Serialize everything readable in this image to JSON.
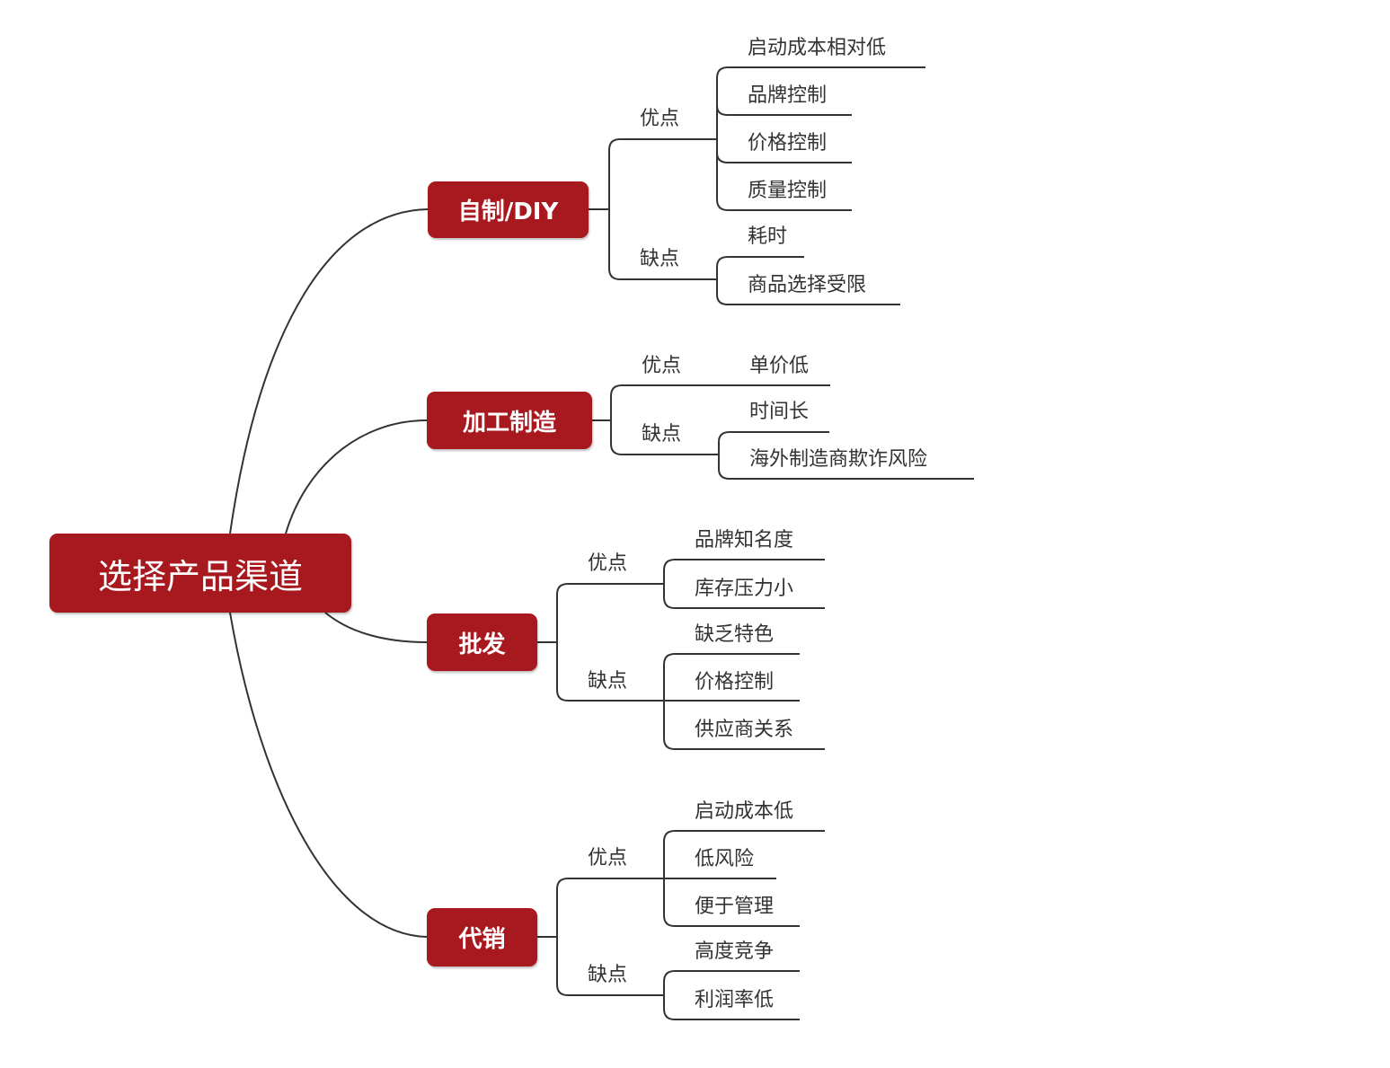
{
  "root": "选择产品渠道",
  "branches": [
    {
      "label": "自制/DIY",
      "pros_label": "优点",
      "pros": [
        "启动成本相对低",
        "品牌控制",
        "价格控制",
        "质量控制"
      ],
      "cons_label": "缺点",
      "cons": [
        "耗时",
        "商品选择受限"
      ]
    },
    {
      "label": "加工制造",
      "pros_label": "优点",
      "pros": [
        "单价低"
      ],
      "cons_label": "缺点",
      "cons": [
        "时间长",
        "海外制造商欺诈风险"
      ]
    },
    {
      "label": "批发",
      "pros_label": "优点",
      "pros": [
        "品牌知名度",
        "库存压力小"
      ],
      "cons_label": "缺点",
      "cons": [
        "缺乏特色",
        "价格控制",
        "供应商关系"
      ]
    },
    {
      "label": "代销",
      "pros_label": "优点",
      "pros": [
        "启动成本低",
        "低风险",
        "便于管理"
      ],
      "cons_label": "缺点",
      "cons": [
        "高度竞争",
        "利润率低"
      ]
    }
  ],
  "colors": {
    "node_fill": "#a8191f",
    "node_text": "#ffffff",
    "line": "#333333"
  }
}
